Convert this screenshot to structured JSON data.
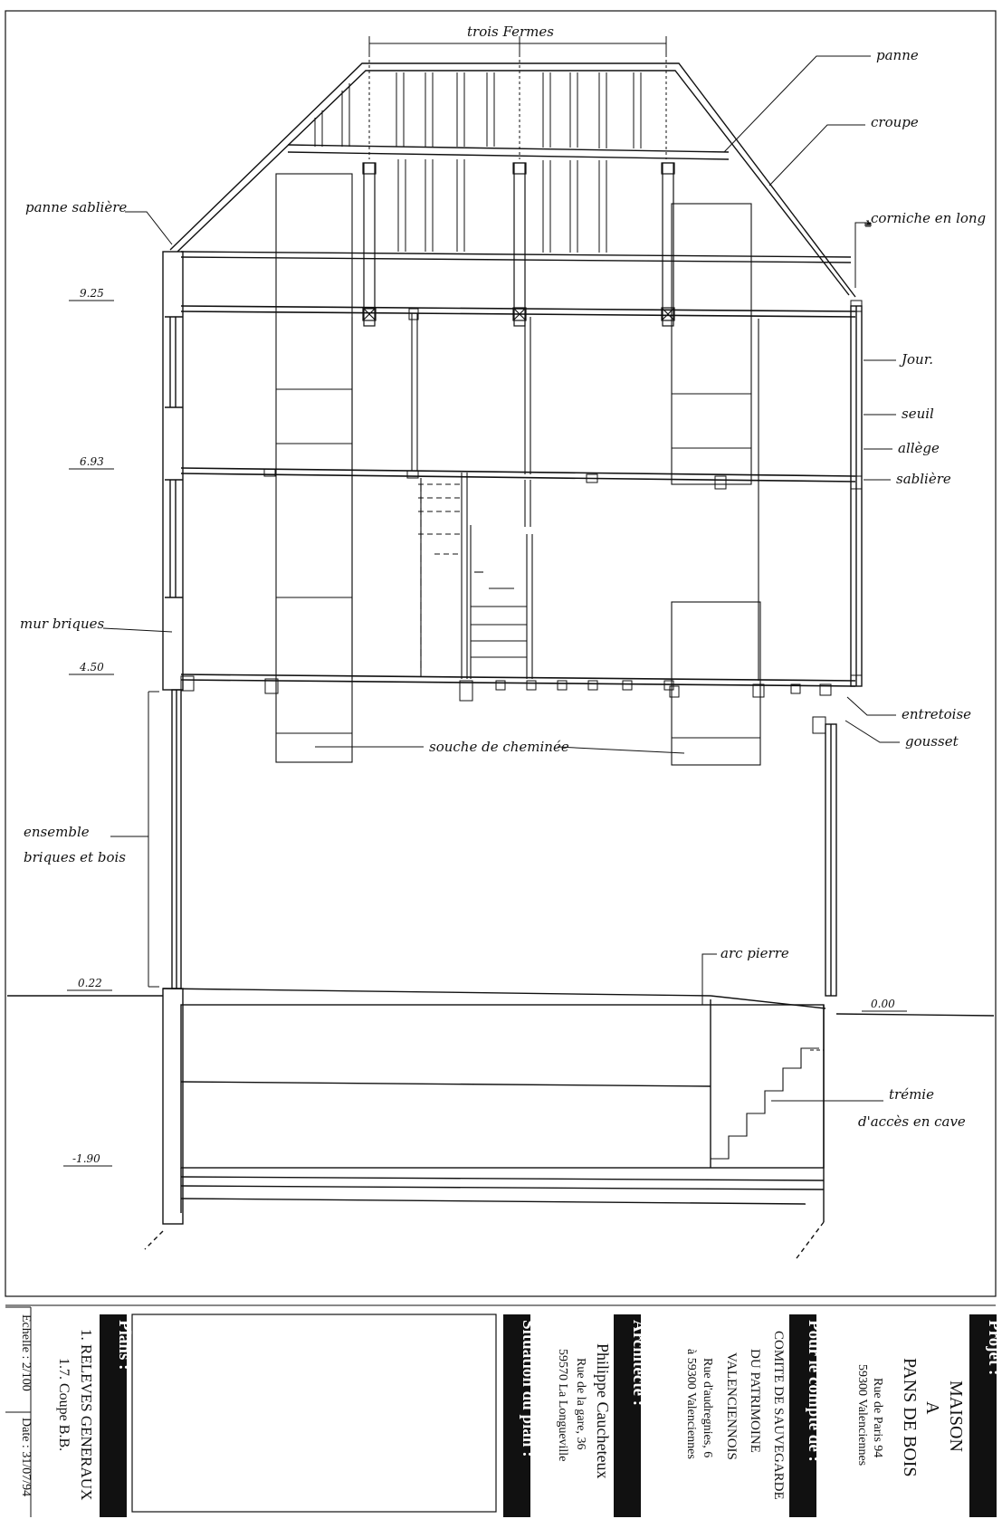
{
  "annotations": {
    "trois_fermes": "trois Fermes",
    "panne": "panne",
    "croupe": "croupe",
    "panne_sabliere": "panne sablière",
    "corniche_en_long": "corniche en long",
    "jour": "Jour.",
    "seuil": "seuil",
    "allege": "allège",
    "sabliere": "sablière",
    "mur_briques": "mur briques",
    "entretoise": "entretoise",
    "gousset": "gousset",
    "souche_de_cheminee": "souche de cheminée",
    "ensemble_line1": "ensemble",
    "ensemble_line2": "briques et bois",
    "arc_pierre": "arc pierre",
    "tremie_line1": "trémie",
    "tremie_line2": "d'accès en cave"
  },
  "levels": {
    "l925": "9.25",
    "l693": "6.93",
    "l450": "4.50",
    "l022": "0.22",
    "l000": "0.00",
    "lm190": "-1.90"
  },
  "title_block": {
    "projet_label": "Projet :",
    "projet_line1": "MAISON",
    "projet_line2": "A",
    "projet_line3": "PANS DE BOIS",
    "projet_addr1": "Rue de Paris 94",
    "projet_addr2": "59300 Valenciennes",
    "compte_label": "Pour le compte de :",
    "compte_line1": "COMITE DE SAUVEGARDE",
    "compte_line2": "DU PATRIMOINE",
    "compte_line3": "VALENCIENNOIS",
    "compte_addr1": "Rue d'audregnies, 6",
    "compte_addr2": "à 59300 Valenciennes",
    "architecte_label": "Architecte :",
    "architecte_name": "Philippe Caucheteux",
    "architecte_addr1": "Rue de la gare, 36",
    "architecte_addr2": "59570 La Longueville",
    "situation_label": "Situation du plan :",
    "plans_label": "Plans :",
    "plans_line1": "1. RELEVES GENERAUX",
    "plans_line2": "1.7. Coupe B.B.",
    "echelle": "Echelle : 2/100",
    "date": "Date : 31/07/94"
  }
}
